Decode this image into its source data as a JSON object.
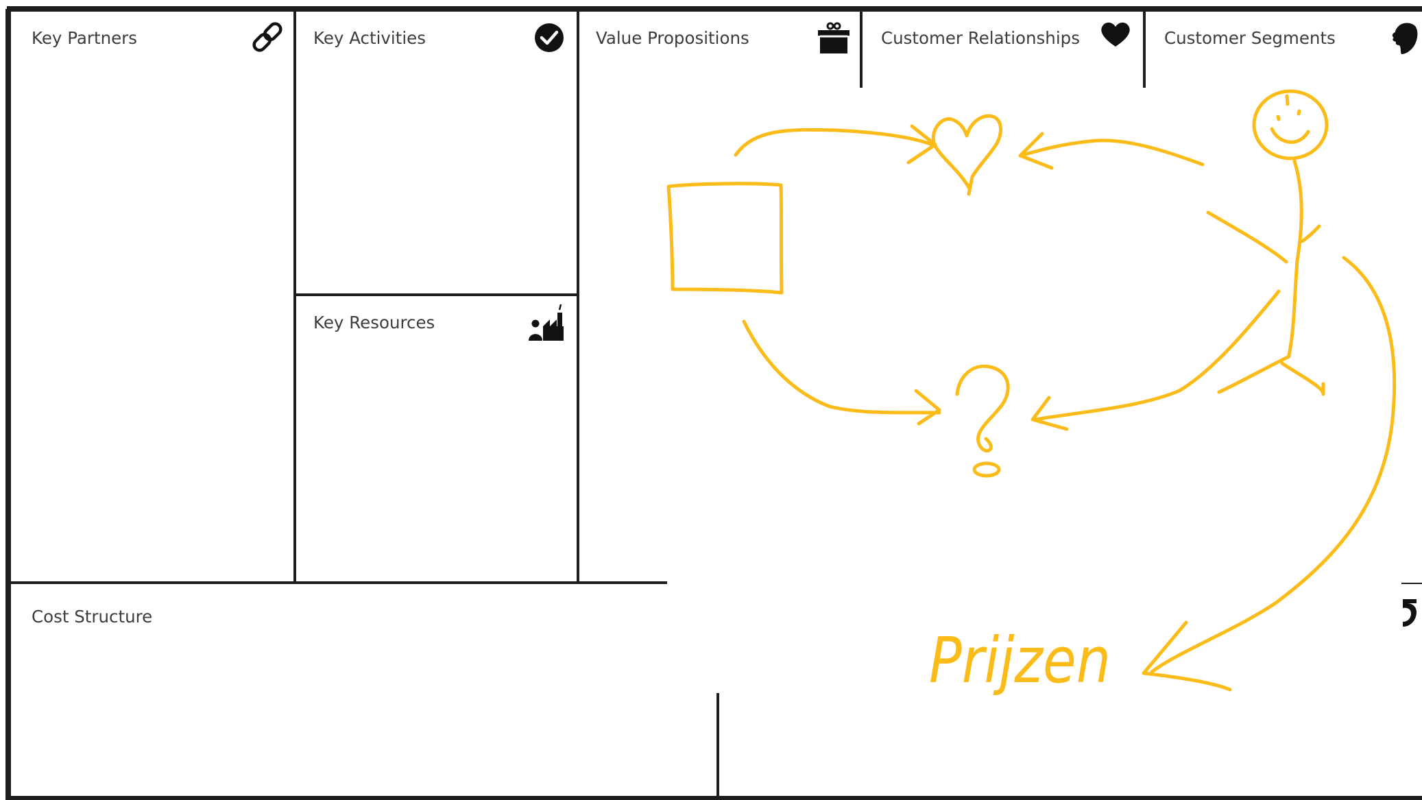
{
  "canvas": {
    "blocks": {
      "key_partners": "Key Partners",
      "key_activities": "Key Activities",
      "key_resources": "Key Resources",
      "value_propositions": "Value Propositions",
      "customer_relationships": "Customer Relationships",
      "customer_segments": "Customer Segments",
      "cost_structure": "Cost Structure"
    },
    "icons": {
      "key_partners": "link-icon",
      "key_activities": "check-circle-icon",
      "key_resources": "factory-worker-icon",
      "value_propositions": "gift-icon",
      "customer_relationships": "heart-icon",
      "customer_segments": "head-silhouette-icon",
      "revenue_streams": "money-bag-icon"
    }
  },
  "sketch": {
    "color": "#fbbc1a",
    "handwriting": "Prijzen"
  },
  "colors": {
    "grid_line": "#1e1e1e",
    "label_text": "#3c3c3c",
    "background": "#ffffff"
  }
}
